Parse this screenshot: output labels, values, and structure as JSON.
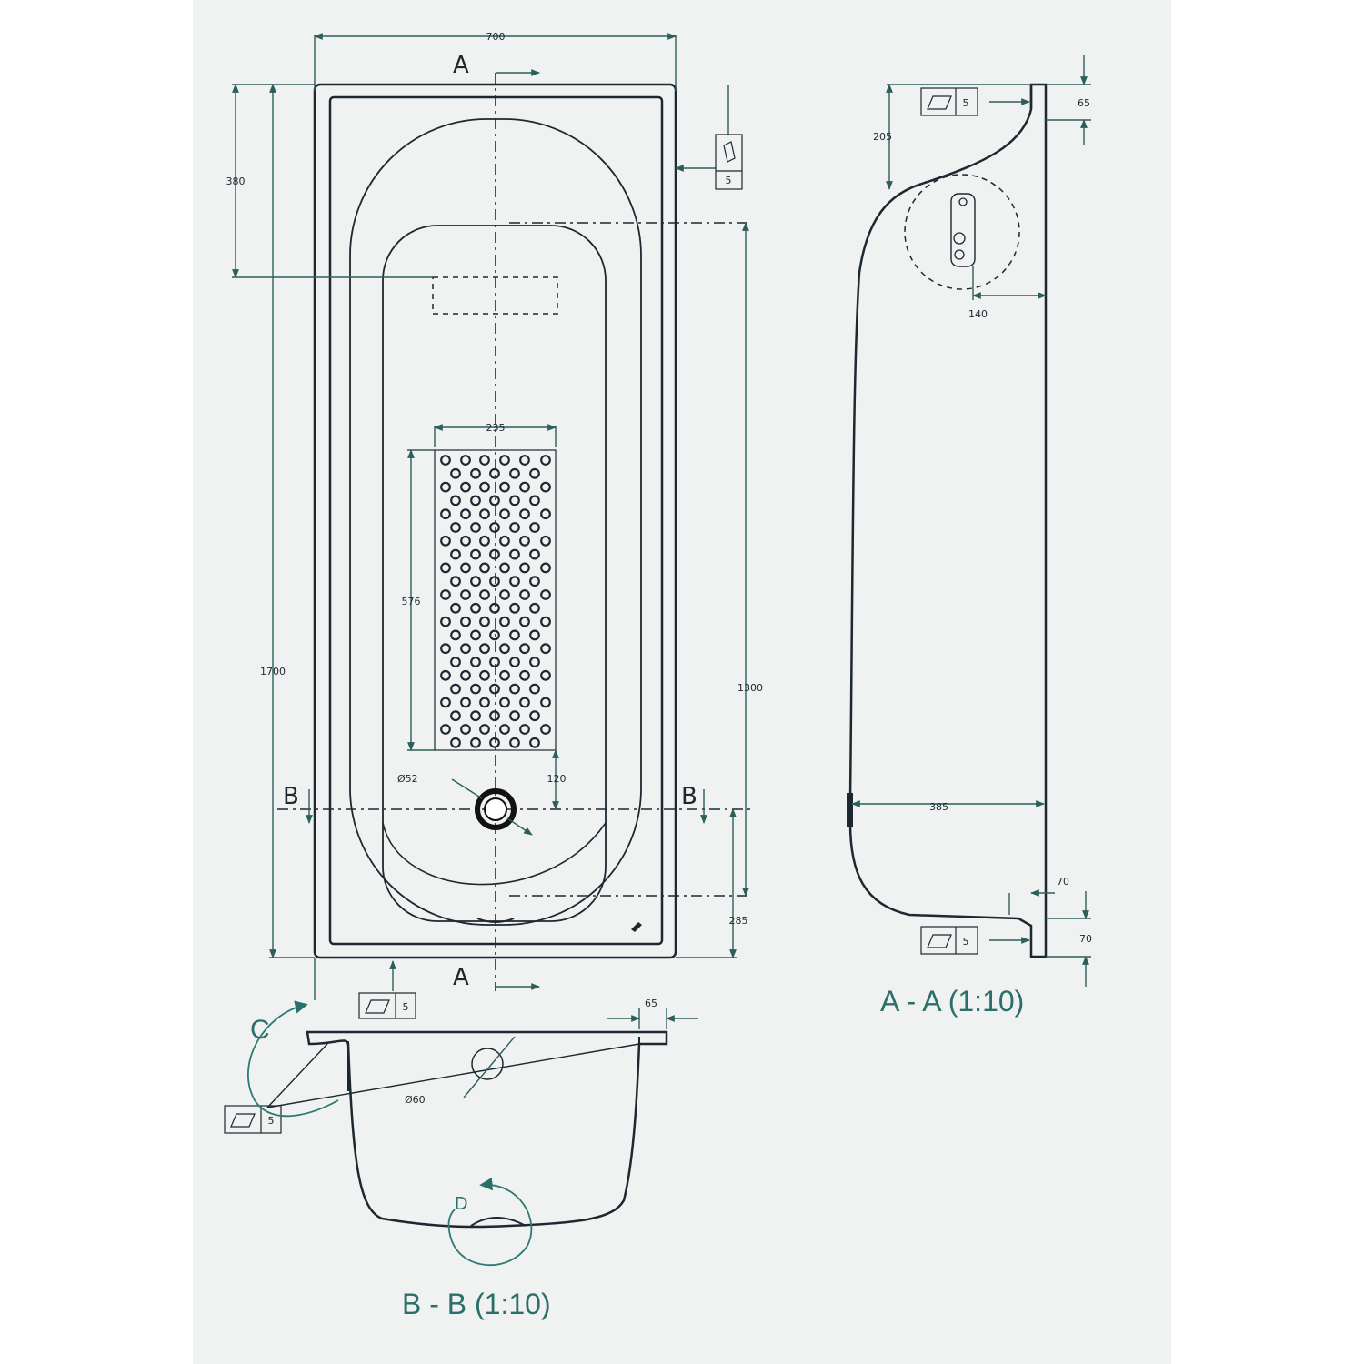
{
  "colors": {
    "sheet": "#f0f1f1",
    "line": "#1d2830",
    "accent": "#2a6f69"
  },
  "plan": {
    "width": "700",
    "length": "1700",
    "inner_length": "1300",
    "drain_offset": "380",
    "anti_slip_width": "235",
    "anti_slip_length": "576",
    "drain_gap": "120",
    "drain_diameter": "Ø52",
    "end_offset": "285",
    "section_a": "A",
    "section_b": "B"
  },
  "section_aa": {
    "rim": "65",
    "depth": "205",
    "overflow_offset": "140",
    "width": "385",
    "foot": "70",
    "foot_height": "70",
    "caption": "A - A (1:10)"
  },
  "section_bb": {
    "rim": "65",
    "overflow_diameter": "Ø60",
    "detail_c": "C",
    "detail_d": "D",
    "caption": "B - B (1:10)"
  },
  "tolerance_box": {
    "value": "5"
  }
}
